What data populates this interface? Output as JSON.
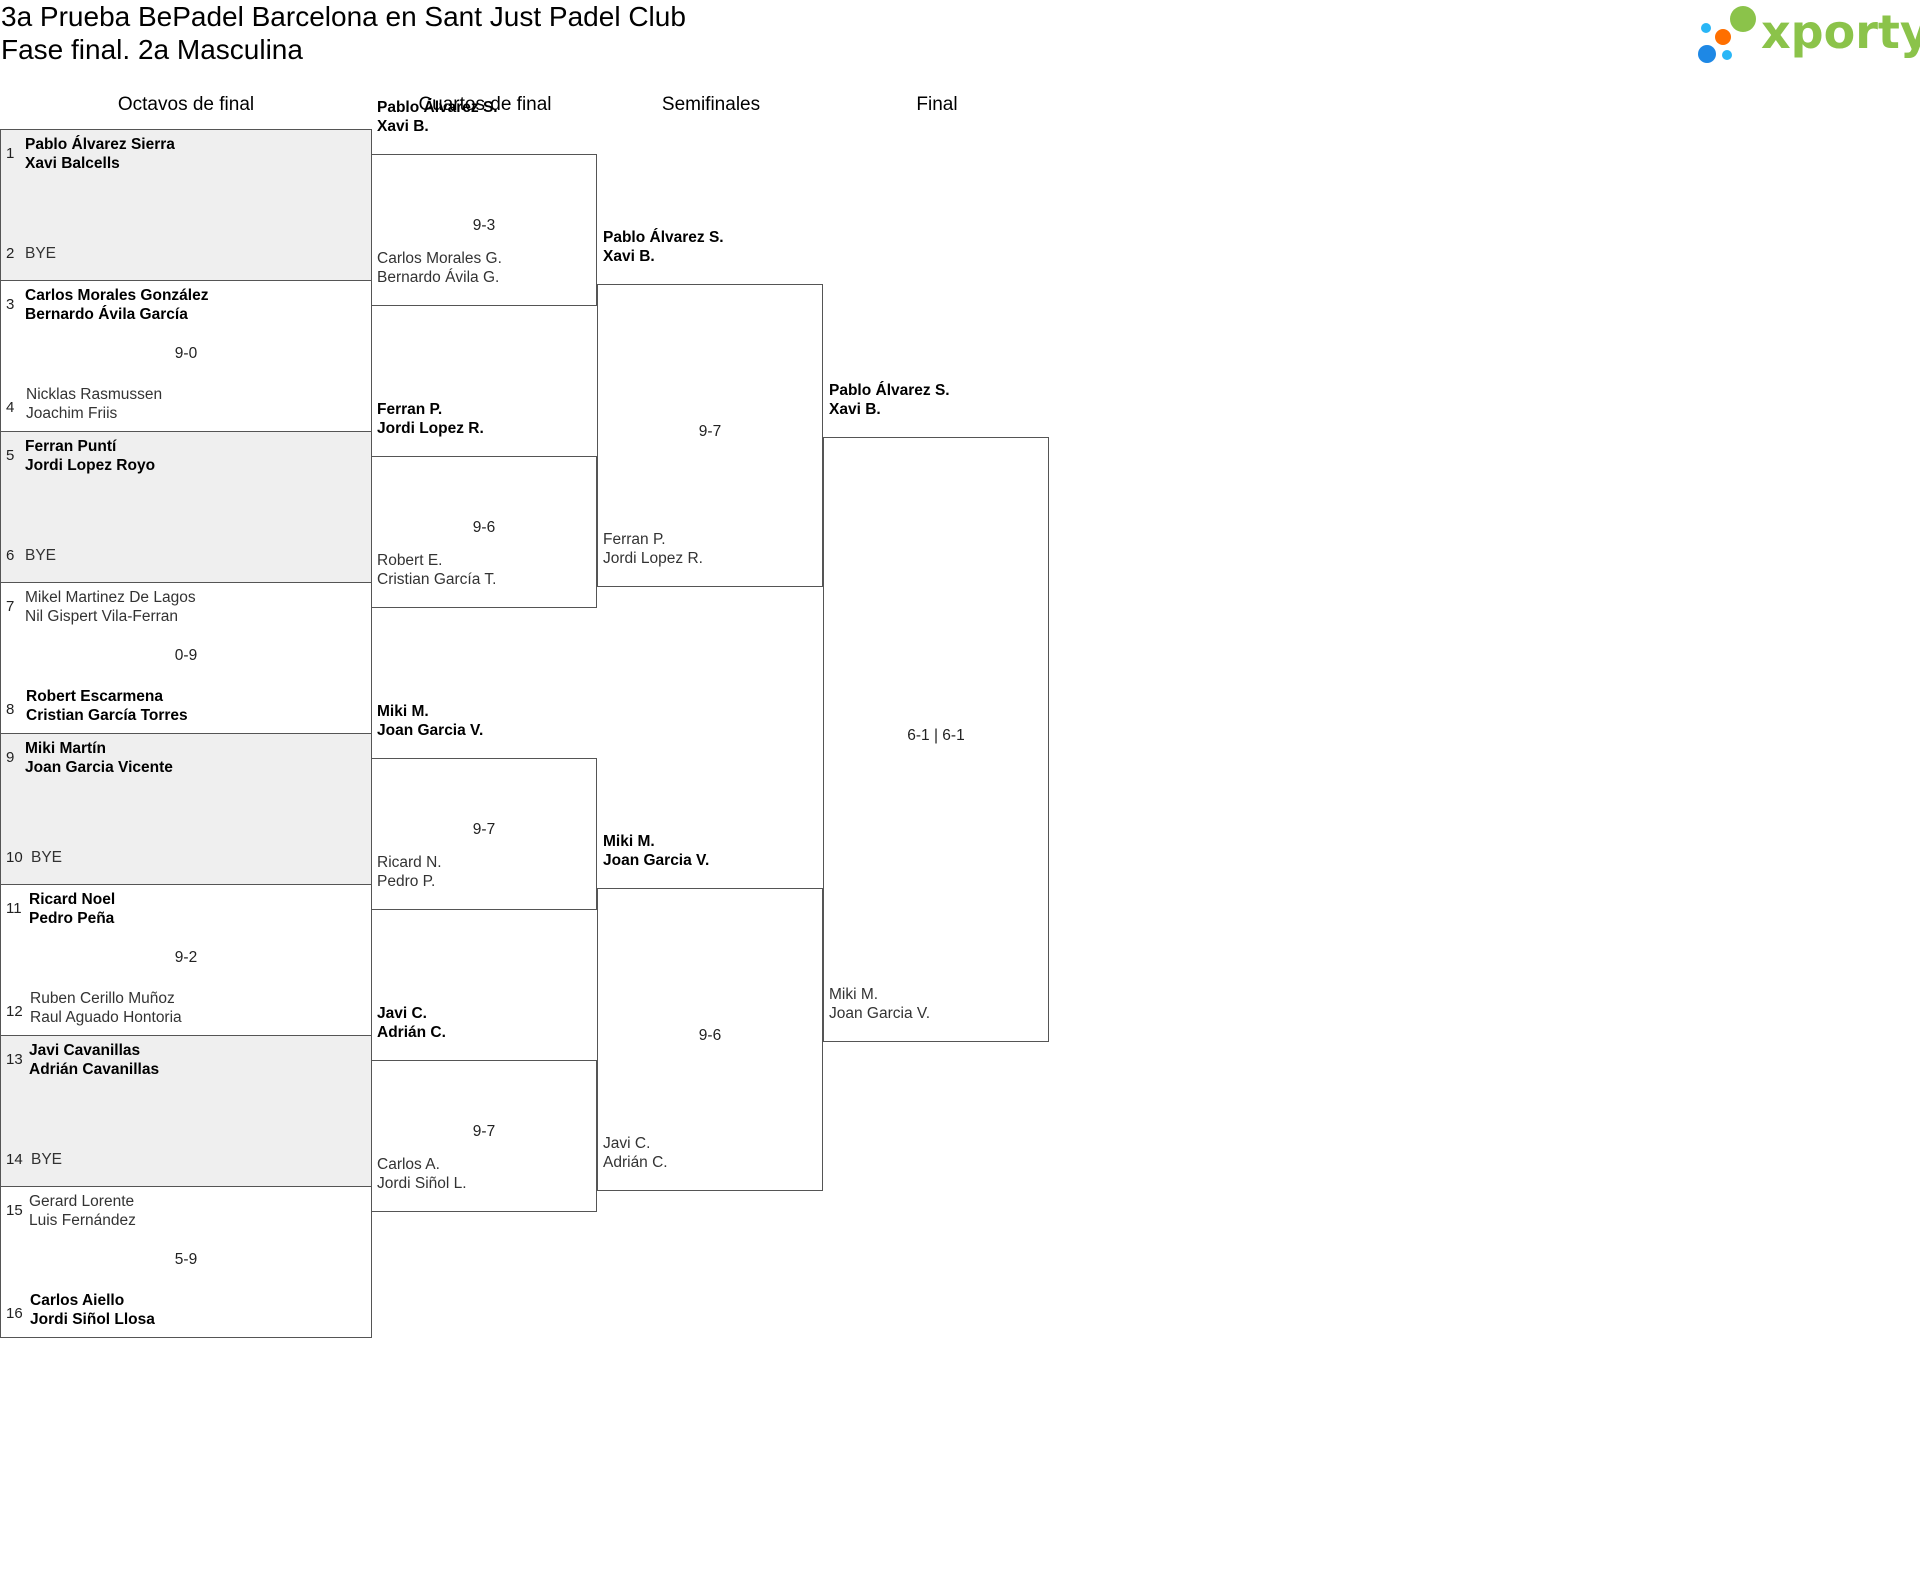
{
  "title": {
    "line1": "3a Prueba BePadel Barcelona en Sant Just Padel Club",
    "line2": "Fase final. 2a Masculina"
  },
  "logo": {
    "text": "xporty",
    "dot_colors": [
      "#8bc34a",
      "#ff6f00",
      "#1e88e5",
      "#29b6f6"
    ],
    "text_color": "#8bc34a"
  },
  "rounds": {
    "r16": "Octavos de final",
    "qf": "Cuartos de final",
    "sf": "Semifinales",
    "final": "Final"
  },
  "r16_matches": [
    {
      "shaded": true,
      "score": "",
      "top": {
        "seed": "1",
        "name1": "Pablo Álvarez Sierra",
        "name2": "Xavi Balcells",
        "winner": true
      },
      "bottom": {
        "seed": "2",
        "name1": "BYE",
        "name2": "",
        "winner": false
      }
    },
    {
      "shaded": false,
      "score": "9-0",
      "top": {
        "seed": "3",
        "name1": "Carlos Morales González",
        "name2": "Bernardo Ávila García",
        "winner": true
      },
      "bottom": {
        "seed": "4",
        "name1": "Nicklas Rasmussen",
        "name2": "Joachim Friis",
        "winner": false
      }
    },
    {
      "shaded": true,
      "score": "",
      "top": {
        "seed": "5",
        "name1": "Ferran Puntí",
        "name2": "Jordi Lopez Royo",
        "winner": true
      },
      "bottom": {
        "seed": "6",
        "name1": "BYE",
        "name2": "",
        "winner": false
      }
    },
    {
      "shaded": false,
      "score": "0-9",
      "top": {
        "seed": "7",
        "name1": "Mikel Martinez De Lagos",
        "name2": "Nil Gispert Vila-Ferran",
        "winner": false
      },
      "bottom": {
        "seed": "8",
        "name1": "Robert Escarmena",
        "name2": "Cristian García Torres",
        "winner": true
      }
    },
    {
      "shaded": true,
      "score": "",
      "top": {
        "seed": "9",
        "name1": "Miki Martín",
        "name2": "Joan Garcia Vicente",
        "winner": true
      },
      "bottom": {
        "seed": "10",
        "name1": "BYE",
        "name2": "",
        "winner": false
      }
    },
    {
      "shaded": false,
      "score": "9-2",
      "top": {
        "seed": "11",
        "name1": "Ricard Noel",
        "name2": "Pedro Peña",
        "winner": true
      },
      "bottom": {
        "seed": "12",
        "name1": "Ruben Cerillo Muñoz",
        "name2": "Raul Aguado Hontoria",
        "winner": false
      }
    },
    {
      "shaded": true,
      "score": "",
      "top": {
        "seed": "13",
        "name1": "Javi Cavanillas",
        "name2": "Adrián Cavanillas",
        "winner": true
      },
      "bottom": {
        "seed": "14",
        "name1": "BYE",
        "name2": "",
        "winner": false
      }
    },
    {
      "shaded": false,
      "score": "5-9",
      "top": {
        "seed": "15",
        "name1": "Gerard Lorente",
        "name2": "Luis Fernández",
        "winner": false
      },
      "bottom": {
        "seed": "16",
        "name1": "Carlos Aiello",
        "name2": "Jordi Siñol Llosa",
        "winner": true
      }
    }
  ],
  "qf_matches": [
    {
      "score": "9-3",
      "top": {
        "name1": "Pablo Álvarez S.",
        "name2": "Xavi B.",
        "winner": true
      },
      "bottom": {
        "name1": "Carlos Morales G.",
        "name2": "Bernardo Ávila G.",
        "winner": false
      }
    },
    {
      "score": "9-6",
      "top": {
        "name1": "Ferran P.",
        "name2": "Jordi Lopez R.",
        "winner": true
      },
      "bottom": {
        "name1": "Robert E.",
        "name2": "Cristian García T.",
        "winner": false
      }
    },
    {
      "score": "9-7",
      "top": {
        "name1": "Miki M.",
        "name2": "Joan Garcia V.",
        "winner": true
      },
      "bottom": {
        "name1": "Ricard N.",
        "name2": "Pedro P.",
        "winner": false
      }
    },
    {
      "score": "9-7",
      "top": {
        "name1": "Javi C.",
        "name2": "Adrián C.",
        "winner": true
      },
      "bottom": {
        "name1": "Carlos A.",
        "name2": "Jordi Siñol L.",
        "winner": false
      }
    }
  ],
  "sf_matches": [
    {
      "score": "9-7",
      "top": {
        "name1": "Pablo Álvarez S.",
        "name2": "Xavi B.",
        "winner": true
      },
      "bottom": {
        "name1": "Ferran P.",
        "name2": "Jordi Lopez R.",
        "winner": false
      }
    },
    {
      "score": "9-6",
      "top": {
        "name1": "Miki M.",
        "name2": "Joan Garcia V.",
        "winner": true
      },
      "bottom": {
        "name1": "Javi C.",
        "name2": "Adrián C.",
        "winner": false
      }
    }
  ],
  "final_match": {
    "score": "6-1 | 6-1",
    "top": {
      "name1": "Pablo Álvarez S.",
      "name2": "Xavi B.",
      "winner": true
    },
    "bottom": {
      "name1": "Miki M.",
      "name2": "Joan Garcia V.",
      "winner": false
    }
  }
}
